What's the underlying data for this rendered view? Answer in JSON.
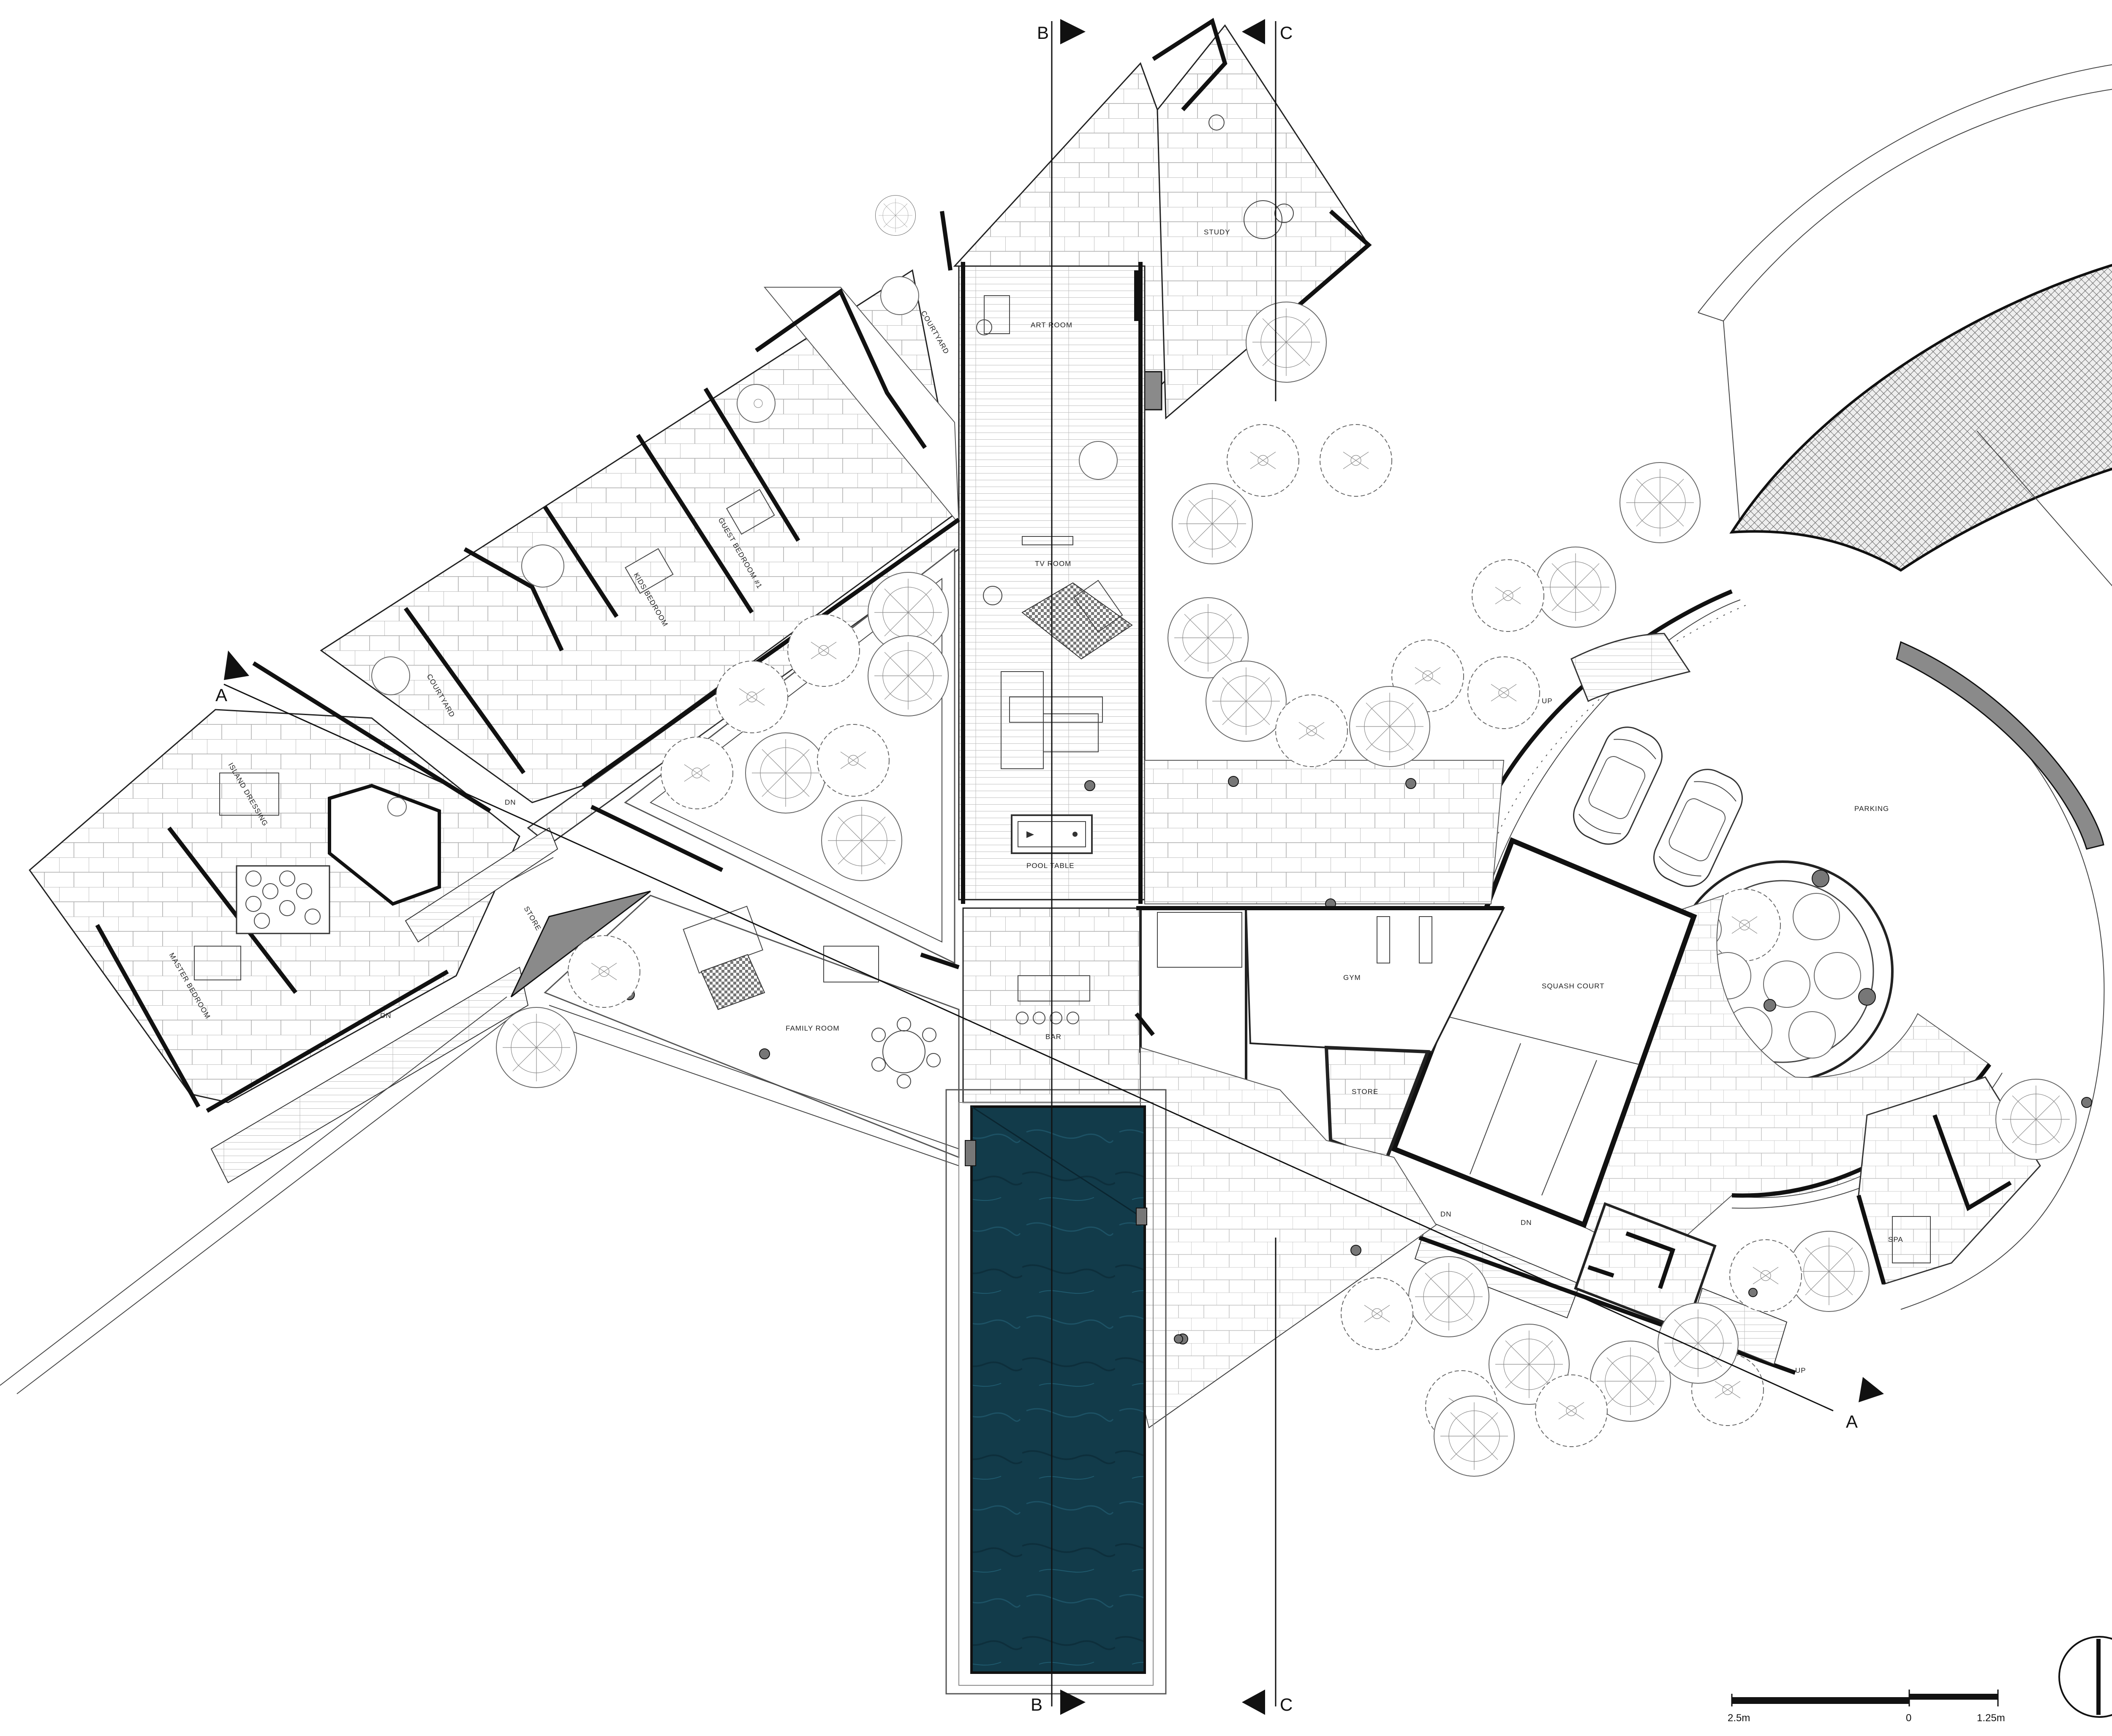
{
  "title": "MIDDLE LEVEL PLAN",
  "sections": {
    "a_top": "A",
    "a_bottom": "A",
    "b_top": "B",
    "b_bottom": "B",
    "c_top": "C",
    "c_bottom": "C"
  },
  "rooms": {
    "study": "STUDY",
    "art_room": "ART ROOM",
    "courtyard_top": "COURTYARD",
    "courtyard_left": "COURTYARD",
    "guest_bedroom": "GUEST BEDROOM #1",
    "kids_bedroom": "KIDS BEDROOM",
    "tv_room": "TV ROOM",
    "pool_table": "POOL TABLE",
    "island_dressing": "ISLAND DRESSING",
    "master_bedroom": "MASTER BEDROOM",
    "store_left": "STORE",
    "family_room": "FAMILY ROOM",
    "bar": "BAR",
    "gym": "GYM",
    "squash_court": "SQUASH COURT",
    "store_right": "STORE",
    "parking": "PARKING",
    "spa": "SPA"
  },
  "stair_marks": {
    "dn_master": "DN",
    "dn_corridor": "DN",
    "up_family": "UP",
    "up_parking": "UP",
    "dn_east_1": "DN",
    "dn_east_2": "DN",
    "up_east": "UP"
  },
  "scale": {
    "left": "2.5m",
    "mid": "0",
    "right": "1.25m"
  },
  "colors": {
    "pool": "#123b4a",
    "wall": "#111111",
    "wall_fill": "#8a8a8a"
  }
}
